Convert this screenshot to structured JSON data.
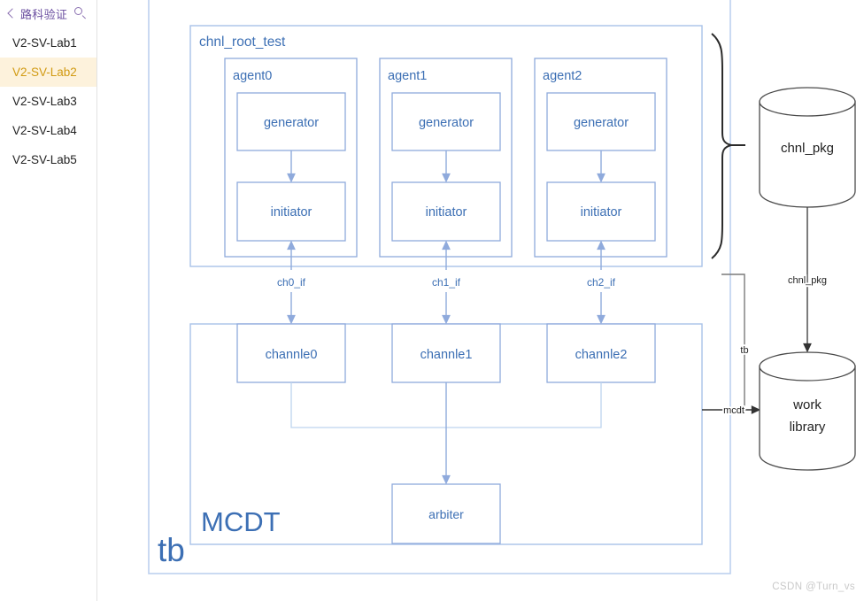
{
  "sidebar": {
    "back_icon": "back-chevron-icon",
    "title": "路科验证",
    "search_icon": "search-icon",
    "items": [
      {
        "label": "V2-SV-Lab1",
        "selected": false
      },
      {
        "label": "V2-SV-Lab2",
        "selected": true
      },
      {
        "label": "V2-SV-Lab3",
        "selected": false
      },
      {
        "label": "V2-SV-Lab4",
        "selected": false
      },
      {
        "label": "V2-SV-Lab5",
        "selected": false
      }
    ],
    "selected_bg": "#fdf2dc",
    "selected_fg": "#d19a12",
    "accent": "#6b4fa0"
  },
  "diagram": {
    "colors": {
      "blue_stroke": "#8faadc",
      "blue_text": "#3c6fb4",
      "dark_stroke": "#404040",
      "dark_text": "#1f1f1f"
    },
    "containers": {
      "tb_label": "tb",
      "root_label": "chnl_root_test",
      "mcdt_label": "MCDT"
    },
    "agents": [
      {
        "label": "agent0",
        "generator": "generator",
        "initiator": "initiator"
      },
      {
        "label": "agent1",
        "generator": "generator",
        "initiator": "initiator"
      },
      {
        "label": "agent2",
        "generator": "generator",
        "initiator": "initiator"
      }
    ],
    "interfaces": [
      "ch0_if",
      "ch1_if",
      "ch2_if"
    ],
    "channels": [
      "channle0",
      "channle1",
      "channle2"
    ],
    "arbiter_label": "arbiter",
    "cylinders": [
      {
        "label": "chnl_pkg",
        "lines": [
          "chnl_pkg"
        ]
      },
      {
        "label": "work library",
        "lines": [
          "work",
          "library"
        ]
      }
    ],
    "edge_labels": {
      "chnl_pkg": "chnl_pkg",
      "tb": "tb",
      "mcdt": "mcdt"
    }
  },
  "watermark": "CSDN @Turn_vs"
}
